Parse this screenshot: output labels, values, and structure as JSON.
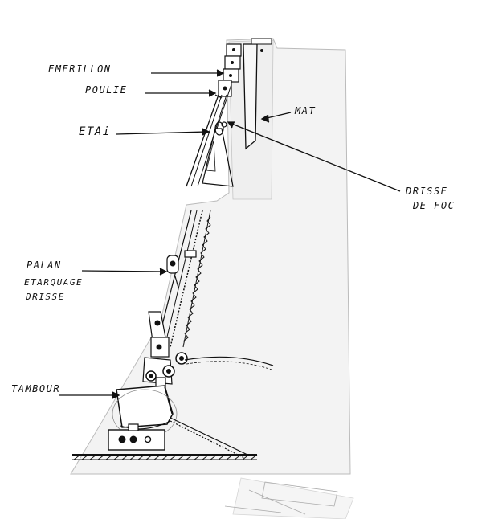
{
  "labels": {
    "emerillon": "EMERILLON",
    "poulie": "POULIE",
    "etai": "ETAi",
    "mat": "MAT",
    "drisse_de_foc_line1": "DRISSE",
    "drisse_de_foc_line2": "DE FOC",
    "palan_line1": "PALAN",
    "palan_line2": "ETARQUAGE",
    "palan_line3": "DRISSE",
    "tambour": "TAMBOUR"
  },
  "colors": {
    "ink": "#111111",
    "paper": "#ffffff",
    "tracing_paper": "#f2f2f2",
    "pencil": "#555555"
  }
}
